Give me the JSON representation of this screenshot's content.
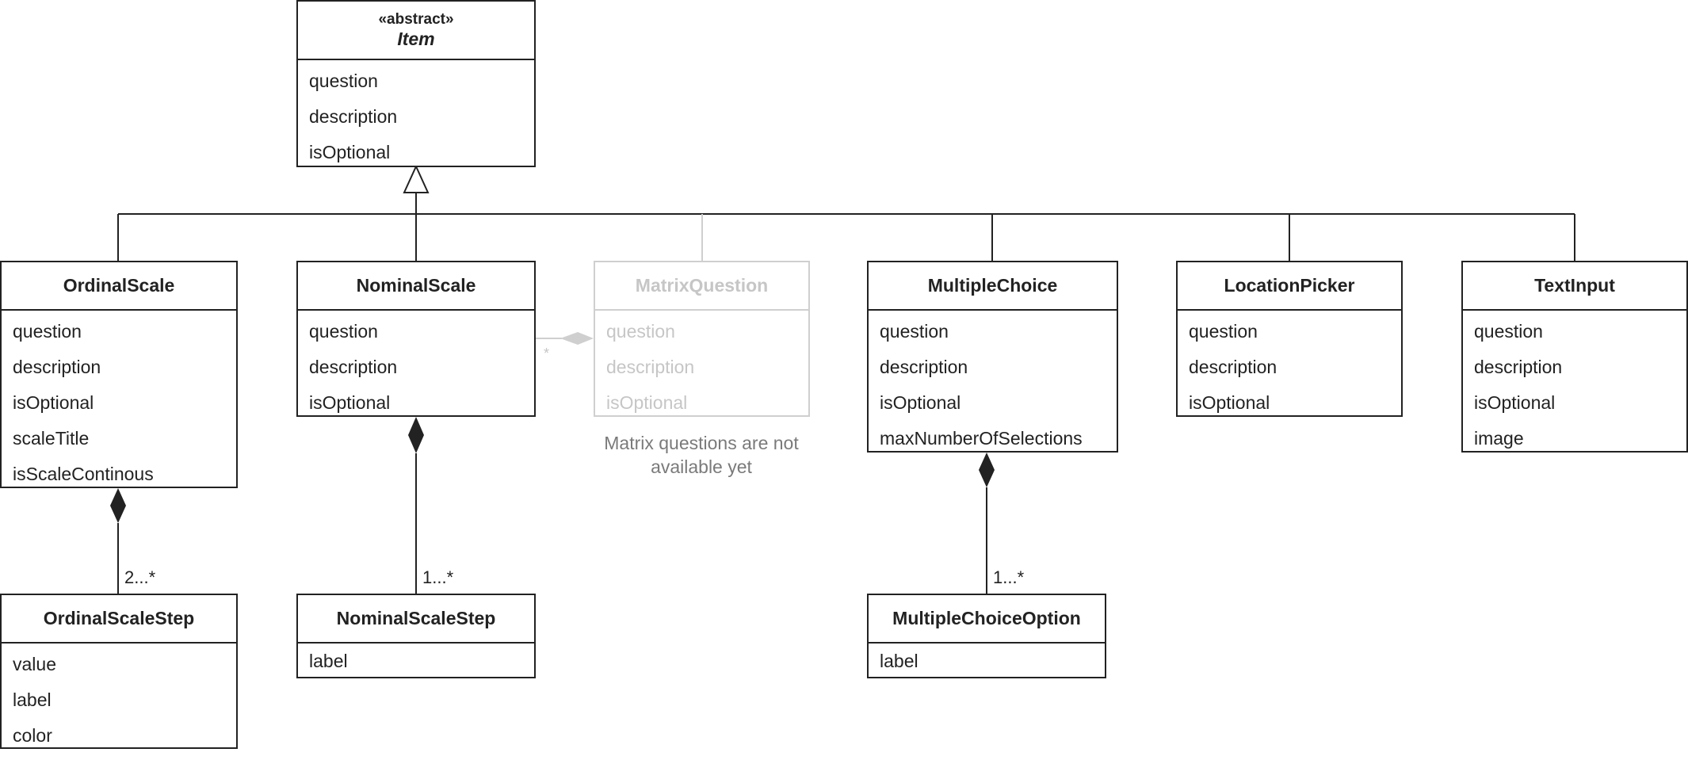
{
  "diagram": {
    "item": {
      "stereotype": "«abstract»",
      "name": "Item",
      "attributes": [
        "question",
        "description",
        "isOptional"
      ]
    },
    "ordinal_scale": {
      "name": "OrdinalScale",
      "attributes": [
        "question",
        "description",
        "isOptional",
        "scaleTitle",
        "isScaleContinous"
      ]
    },
    "nominal_scale": {
      "name": "NominalScale",
      "attributes": [
        "question",
        "description",
        "isOptional"
      ]
    },
    "matrix_question": {
      "name": "MatrixQuestion",
      "attributes": [
        "question",
        "description",
        "isOptional"
      ],
      "note": "Matrix questions are not available yet",
      "multiplicity": "*"
    },
    "multiple_choice": {
      "name": "MultipleChoice",
      "attributes": [
        "question",
        "description",
        "isOptional",
        "maxNumberOfSelections"
      ]
    },
    "location_picker": {
      "name": "LocationPicker",
      "attributes": [
        "question",
        "description",
        "isOptional"
      ]
    },
    "text_input": {
      "name": "TextInput",
      "attributes": [
        "question",
        "description",
        "isOptional",
        "image"
      ]
    },
    "ordinal_scale_step": {
      "name": "OrdinalScaleStep",
      "attributes": [
        "value",
        "label",
        "color"
      ],
      "multiplicity": "2...*"
    },
    "nominal_scale_step": {
      "name": "NominalScaleStep",
      "attributes": [
        "label"
      ],
      "multiplicity": "1...*"
    },
    "multiple_choice_option": {
      "name": "MultipleChoiceOption",
      "attributes": [
        "label"
      ],
      "multiplicity": "1...*"
    }
  }
}
